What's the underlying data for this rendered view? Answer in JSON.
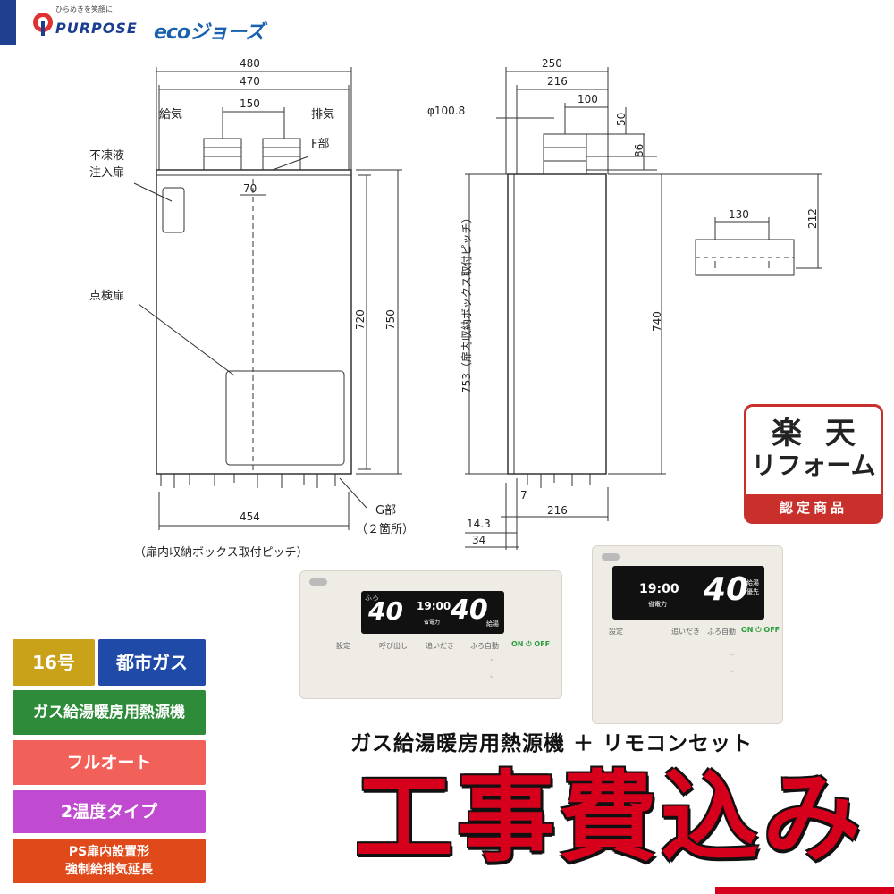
{
  "brand": {
    "tagline": "ひらめきを笑顔に",
    "name": "PURPOSE",
    "eco": "ecoジョーズ"
  },
  "drawing_front": {
    "dim_480": "480",
    "dim_470": "470",
    "dim_150": "150",
    "label_intake": "給気",
    "label_exhaust": "排気",
    "label_f": "F部",
    "label_antifreeze_1": "不凍液",
    "label_antifreeze_2": "注入扉",
    "dim_70": "70",
    "label_inspection": "点検扉",
    "dim_720": "720",
    "dim_750": "750",
    "dim_454": "454",
    "label_g": "G部",
    "label_g_count": "（２箇所）",
    "label_pitch": "（扉内収納ボックス取付ピッチ）"
  },
  "drawing_side": {
    "dim_250": "250",
    "dim_216_top": "216",
    "dim_100": "100",
    "dim_phi": "φ100.8",
    "dim_50": "50",
    "dim_86": "86",
    "dim_753": "753（扉内収納ボックス取付ピッチ）",
    "dim_740": "740",
    "dim_7": "7",
    "dim_14_3": "14.3",
    "dim_216_bottom": "216",
    "dim_34": "34"
  },
  "drawing_detail": {
    "dim_130": "130",
    "dim_212": "212"
  },
  "rakuten": {
    "line1": "楽天",
    "line2": "リフォーム",
    "line3": "認定商品"
  },
  "remote_bath": {
    "screen_left": "40",
    "screen_small": "ふろ",
    "screen_time": "19:00",
    "screen_eco": "省電力",
    "screen_right": "40",
    "screen_unit": "給湯",
    "buttons": [
      "設定",
      "呼び出し",
      "追いだき",
      "ふろ自動"
    ],
    "power": "ON ⏻ OFF"
  },
  "remote_kitchen": {
    "screen_time": "19:00",
    "screen_eco": "省電力",
    "screen_temp": "40",
    "screen_unit": "給湯\n優先",
    "buttons": [
      "設定",
      "追いだき",
      "ふろ自動"
    ],
    "power": "ON ⏻ OFF"
  },
  "badges": {
    "size": "16号",
    "gas": "都市ガス",
    "type": "ガス給湯暖房用熱源機",
    "mode": "フルオート",
    "temp": "2温度タイプ",
    "install_1": "PS扉内設置形",
    "install_2": "強制給排気延長"
  },
  "colors": {
    "badge_size": "#c9a21a",
    "badge_gas": "#1f4aa8",
    "badge_type": "#2e8b3a",
    "badge_mode": "#f2605a",
    "badge_temp": "#c04ad0",
    "badge_install": "#e04a1a",
    "accent_red": "#d6001c"
  },
  "caption": "ガス給湯暖房用熱源機 ＋ リモコンセット",
  "headline": "工事費込み"
}
